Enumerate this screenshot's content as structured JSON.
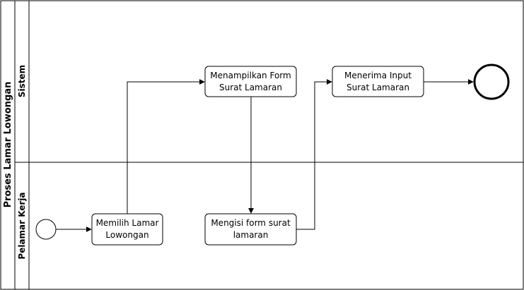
{
  "pool": {
    "title": "Proses Lamar Lowongan"
  },
  "lanes": [
    {
      "id": "sistem",
      "label": "Sistem"
    },
    {
      "id": "pelamar",
      "label": "Pelamar Kerja"
    }
  ],
  "activities": [
    {
      "id": "memilih",
      "lines": [
        "Memilih Lamar",
        "Lowongan"
      ]
    },
    {
      "id": "menampilkan",
      "lines": [
        "Menampilkan Form",
        "Surat Lamaran"
      ]
    },
    {
      "id": "mengisi",
      "lines": [
        "Mengisi form surat",
        "lamaran"
      ]
    },
    {
      "id": "menerima",
      "lines": [
        "Menerima Input",
        "Surat Lamaran"
      ]
    }
  ],
  "colors": {
    "stroke": "#000000",
    "fill": "#ffffff"
  }
}
